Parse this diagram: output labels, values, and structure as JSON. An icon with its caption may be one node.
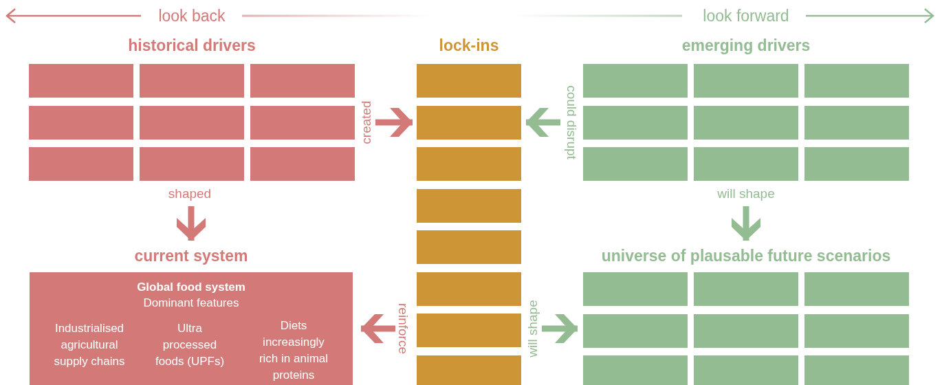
{
  "diagram": {
    "nodes": [
      {
        "text": [
          "historical drivers"
        ]
      },
      {
        "text": [],
        "shape": "box",
        "in": 0
      },
      {
        "text": [],
        "shape": "box",
        "in": 0
      },
      {
        "text": [],
        "shape": "box",
        "in": 0
      },
      {
        "text": [],
        "shape": "box",
        "in": 0
      },
      {
        "text": [],
        "shape": "box",
        "in": 0
      },
      {
        "text": [],
        "shape": "box",
        "in": 0
      },
      {
        "text": [],
        "shape": "box",
        "in": 0
      },
      {
        "text": [],
        "shape": "box",
        "in": 0
      },
      {
        "text": [],
        "shape": "box",
        "in": 0
      },
      {
        "text": [
          "lock-ins"
        ]
      },
      {
        "text": [],
        "shape": "box",
        "in": 10
      },
      {
        "text": [],
        "shape": "box",
        "in": 10
      },
      {
        "text": [],
        "shape": "box",
        "in": 10
      },
      {
        "text": [],
        "shape": "box",
        "in": 10
      },
      {
        "text": [],
        "shape": "box",
        "in": 10
      },
      {
        "text": [],
        "shape": "box",
        "in": 10
      },
      {
        "text": [],
        "shape": "box",
        "in": 10
      },
      {
        "text": [],
        "shape": "box",
        "in": 10
      },
      {
        "text": [
          "emerging drivers"
        ]
      },
      {
        "text": [],
        "shape": "box",
        "in": 19
      },
      {
        "text": [],
        "shape": "box",
        "in": 19
      },
      {
        "text": [],
        "shape": "box",
        "in": 19
      },
      {
        "text": [],
        "shape": "box",
        "in": 19
      },
      {
        "text": [],
        "shape": "box",
        "in": 19
      },
      {
        "text": [],
        "shape": "box",
        "in": 19
      },
      {
        "text": [],
        "shape": "box",
        "in": 19
      },
      {
        "text": [],
        "shape": "box",
        "in": 19
      },
      {
        "text": [],
        "shape": "box",
        "in": 19
      },
      {
        "text": [
          "current system",
          "Global food system",
          "Dominant features",
          "Industrialised agricultural supply chains",
          "Ultra processed foods (UPFs)",
          "Diets increasingly rich in animal proteins"
        ]
      },
      {
        "text": [
          "universe of plausable future scenarios"
        ]
      },
      {
        "text": [],
        "shape": "box",
        "in": 30
      },
      {
        "text": [],
        "shape": "box",
        "in": 30
      },
      {
        "text": [],
        "shape": "box",
        "in": 30
      },
      {
        "text": [],
        "shape": "box",
        "in": 30
      },
      {
        "text": [],
        "shape": "box",
        "in": 30
      },
      {
        "text": [],
        "shape": "box",
        "in": 30
      },
      {
        "text": [],
        "shape": "box",
        "in": 30
      },
      {
        "text": [],
        "shape": "box",
        "in": 30
      },
      {
        "text": [],
        "shape": "box",
        "in": 30
      }
    ],
    "edges": [
      {
        "from": 0,
        "to": 10,
        "arrow": "to",
        "label": "created",
        "color": "#d37a78"
      },
      {
        "from": 19,
        "to": 10,
        "arrow": "to",
        "label": "could disrupt",
        "color": "#93bc93"
      },
      {
        "from": 0,
        "to": 29,
        "arrow": "to",
        "label": "shaped",
        "color": "#d37a78"
      },
      {
        "from": 19,
        "to": 30,
        "arrow": "to",
        "label": "will shape",
        "color": "#93bc93"
      },
      {
        "from": 10,
        "to": 29,
        "arrow": "to",
        "label": "reinforce",
        "color": "#d37a78"
      },
      {
        "from": 10,
        "to": 30,
        "arrow": "to",
        "label": "will shape",
        "color": "#93bc93"
      }
    ],
    "labels": [
      "look back",
      "look forward"
    ]
  }
}
